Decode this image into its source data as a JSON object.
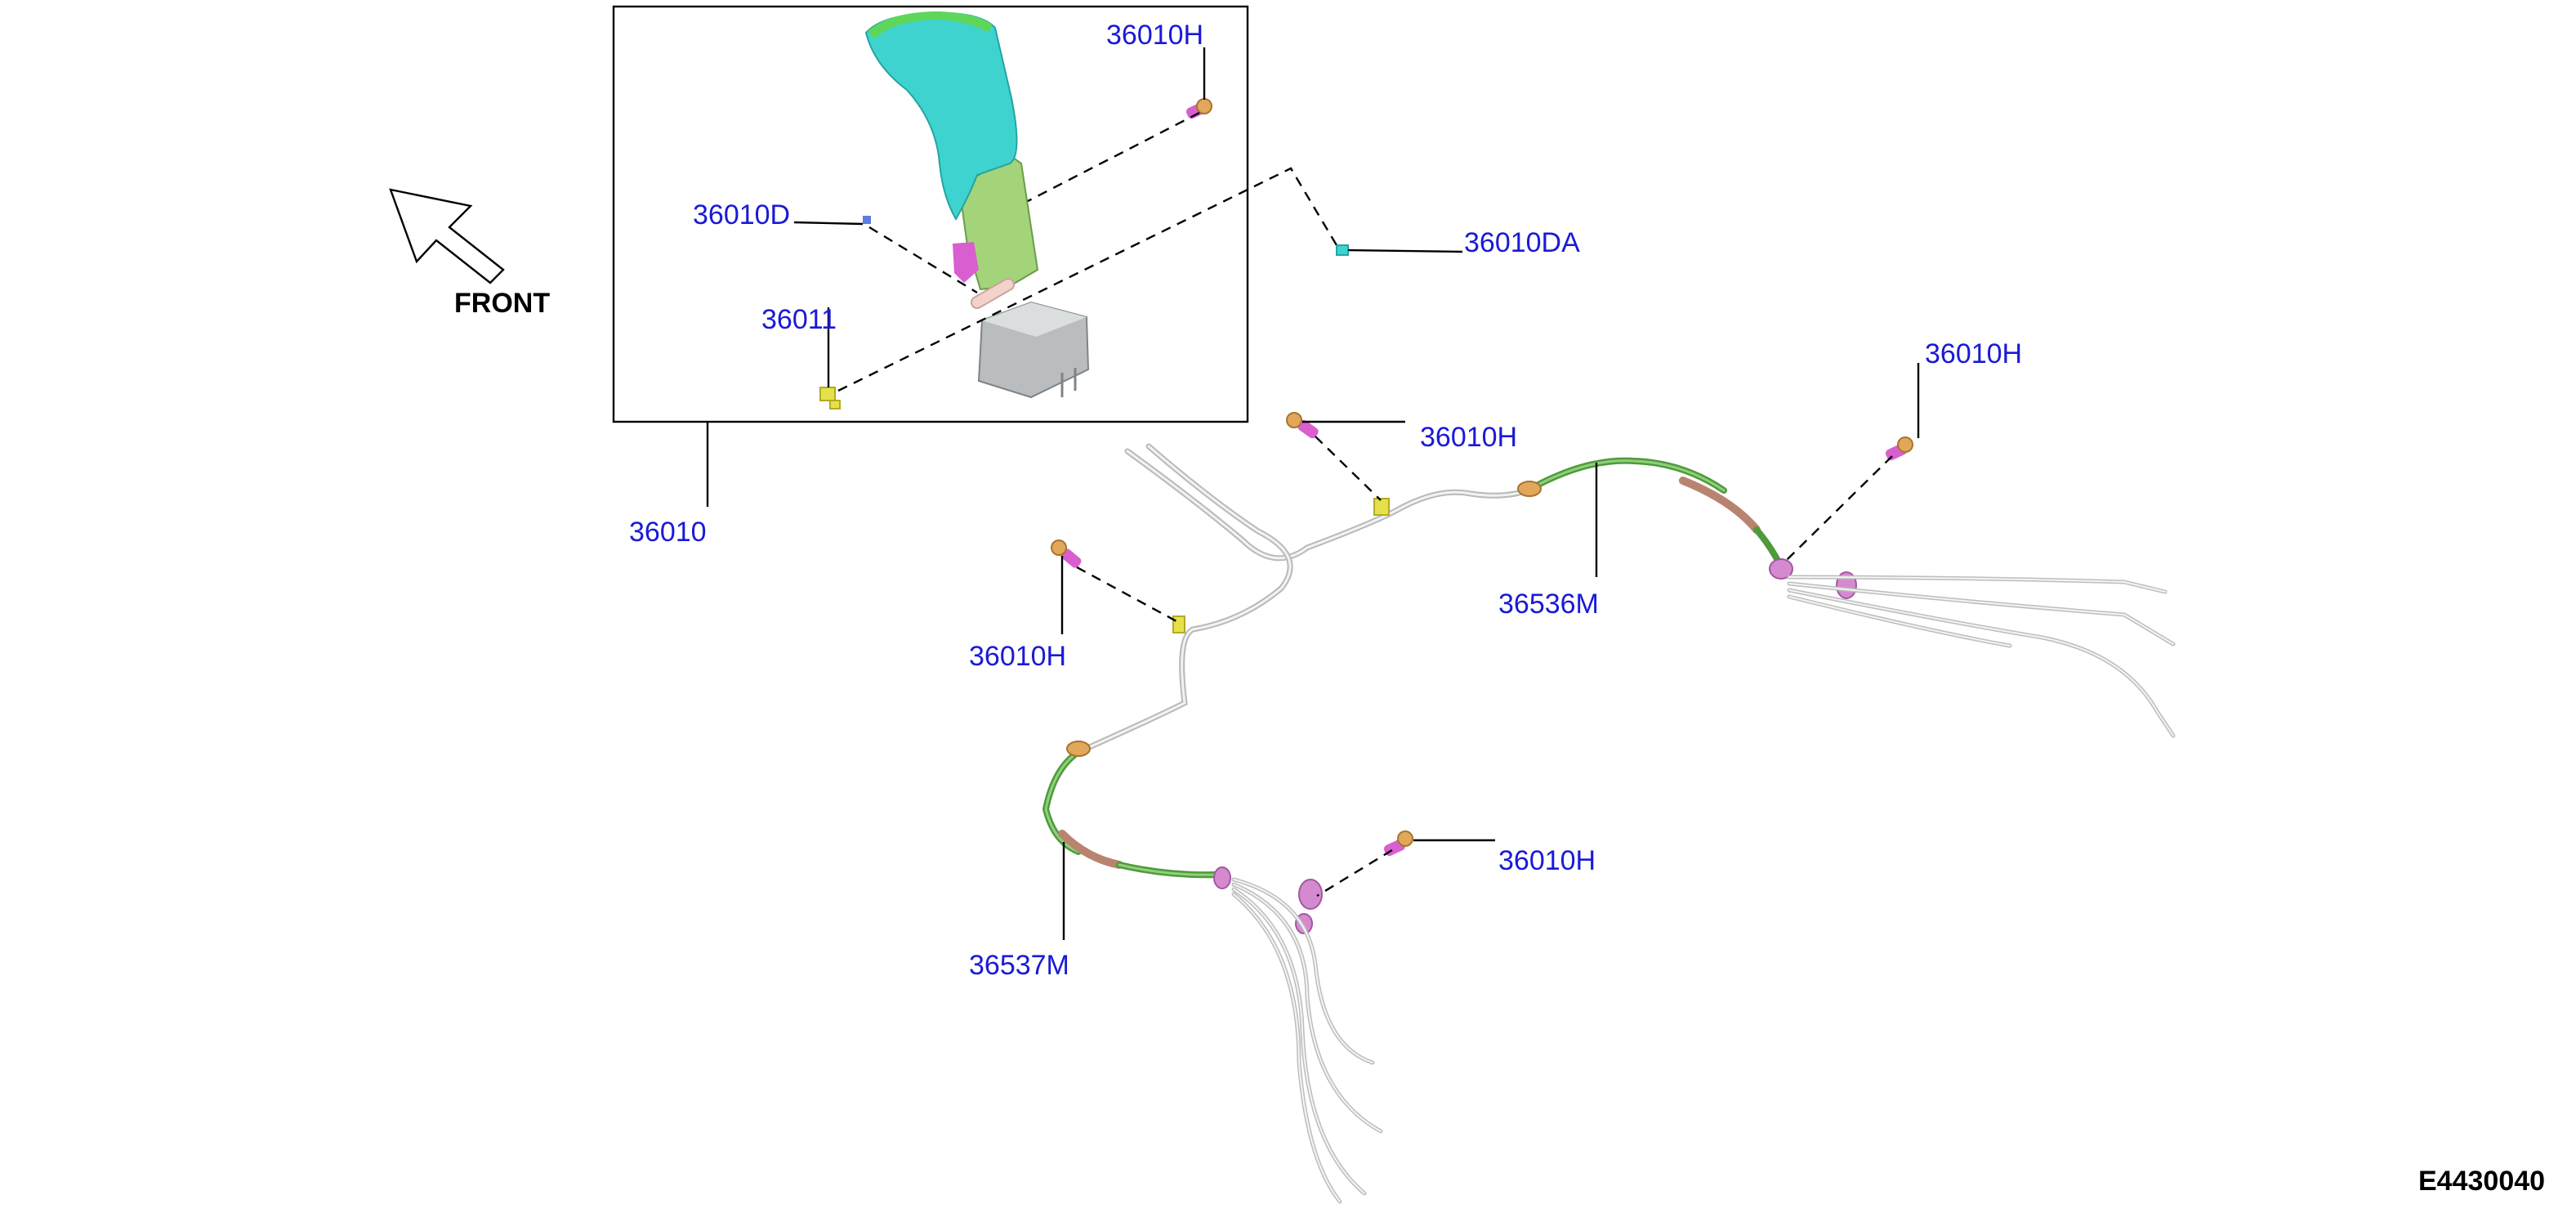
{
  "labels": {
    "front": "FRONT",
    "drawing_id": "E4430040",
    "p36010": "36010",
    "p36010D": "36010D",
    "p36010DA": "36010DA",
    "p36011": "36011",
    "p36010H_top": "36010H",
    "p36010H_mid": "36010H",
    "p36010H_right": "36010H",
    "p36010H_left": "36010H",
    "p36010H_bottom": "36010H",
    "p36536M": "36536M",
    "p36537M": "36537M"
  },
  "colors": {
    "label": "#1a1ad6",
    "lever_cyan": "#3fd3cf",
    "lever_green": "#a3d47a",
    "bolt_pink": "#d95fd0",
    "clip_yellow": "#e6e04a",
    "cable_green": "#4f9a3c",
    "cable_tan": "#b88470",
    "cable_grey": "#b9b9b9"
  },
  "icons": {
    "front_arrow": "front-arrow-icon"
  }
}
